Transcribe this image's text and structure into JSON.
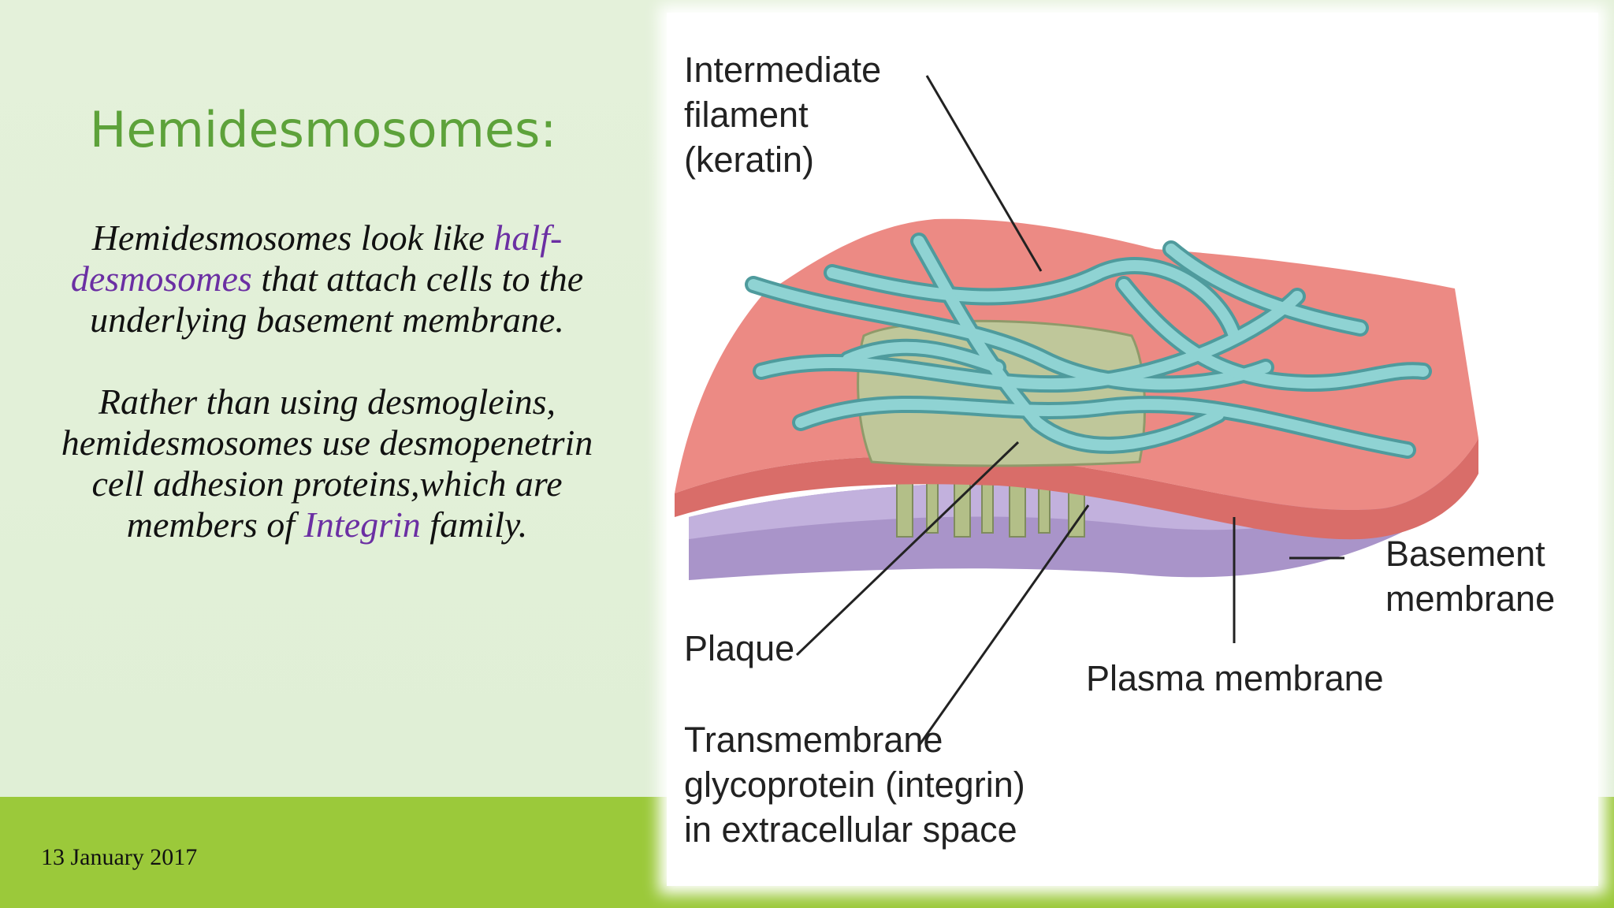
{
  "slide": {
    "title": "Hemidesmosomes:",
    "paragraph1": {
      "part1": "Hemidesmosomes look like ",
      "highlight": "half-desmosomes",
      "part2": " that attach cells to the underlying basement membrane."
    },
    "paragraph2": {
      "part1": "Rather than using desmogleins, hemidesmosomes use desmopenetrin cell adhesion proteins,which are members of ",
      "highlight": "Integrin",
      "part2": " family."
    },
    "date": "13 January 2017"
  },
  "figure": {
    "labels": {
      "intermediate_filament": [
        "Intermediate",
        "filament",
        "(keratin)"
      ],
      "plaque": "Plaque",
      "transmembrane": [
        "Transmembrane",
        "glycoprotein (integrin)",
        "in extracellular space"
      ],
      "plasma_membrane": "Plasma membrane",
      "basement_membrane": [
        "Basement",
        "membrane"
      ]
    }
  },
  "colors": {
    "title": "#5da23a",
    "highlight": "#6b2fa3",
    "footer_band": "#9bc93a",
    "background": "#e2f0d8",
    "cell_membrane": "#ec8a84",
    "basement_layer": "#a994c9",
    "plaque": "#bfc79a",
    "filament": "#79c6c7"
  }
}
